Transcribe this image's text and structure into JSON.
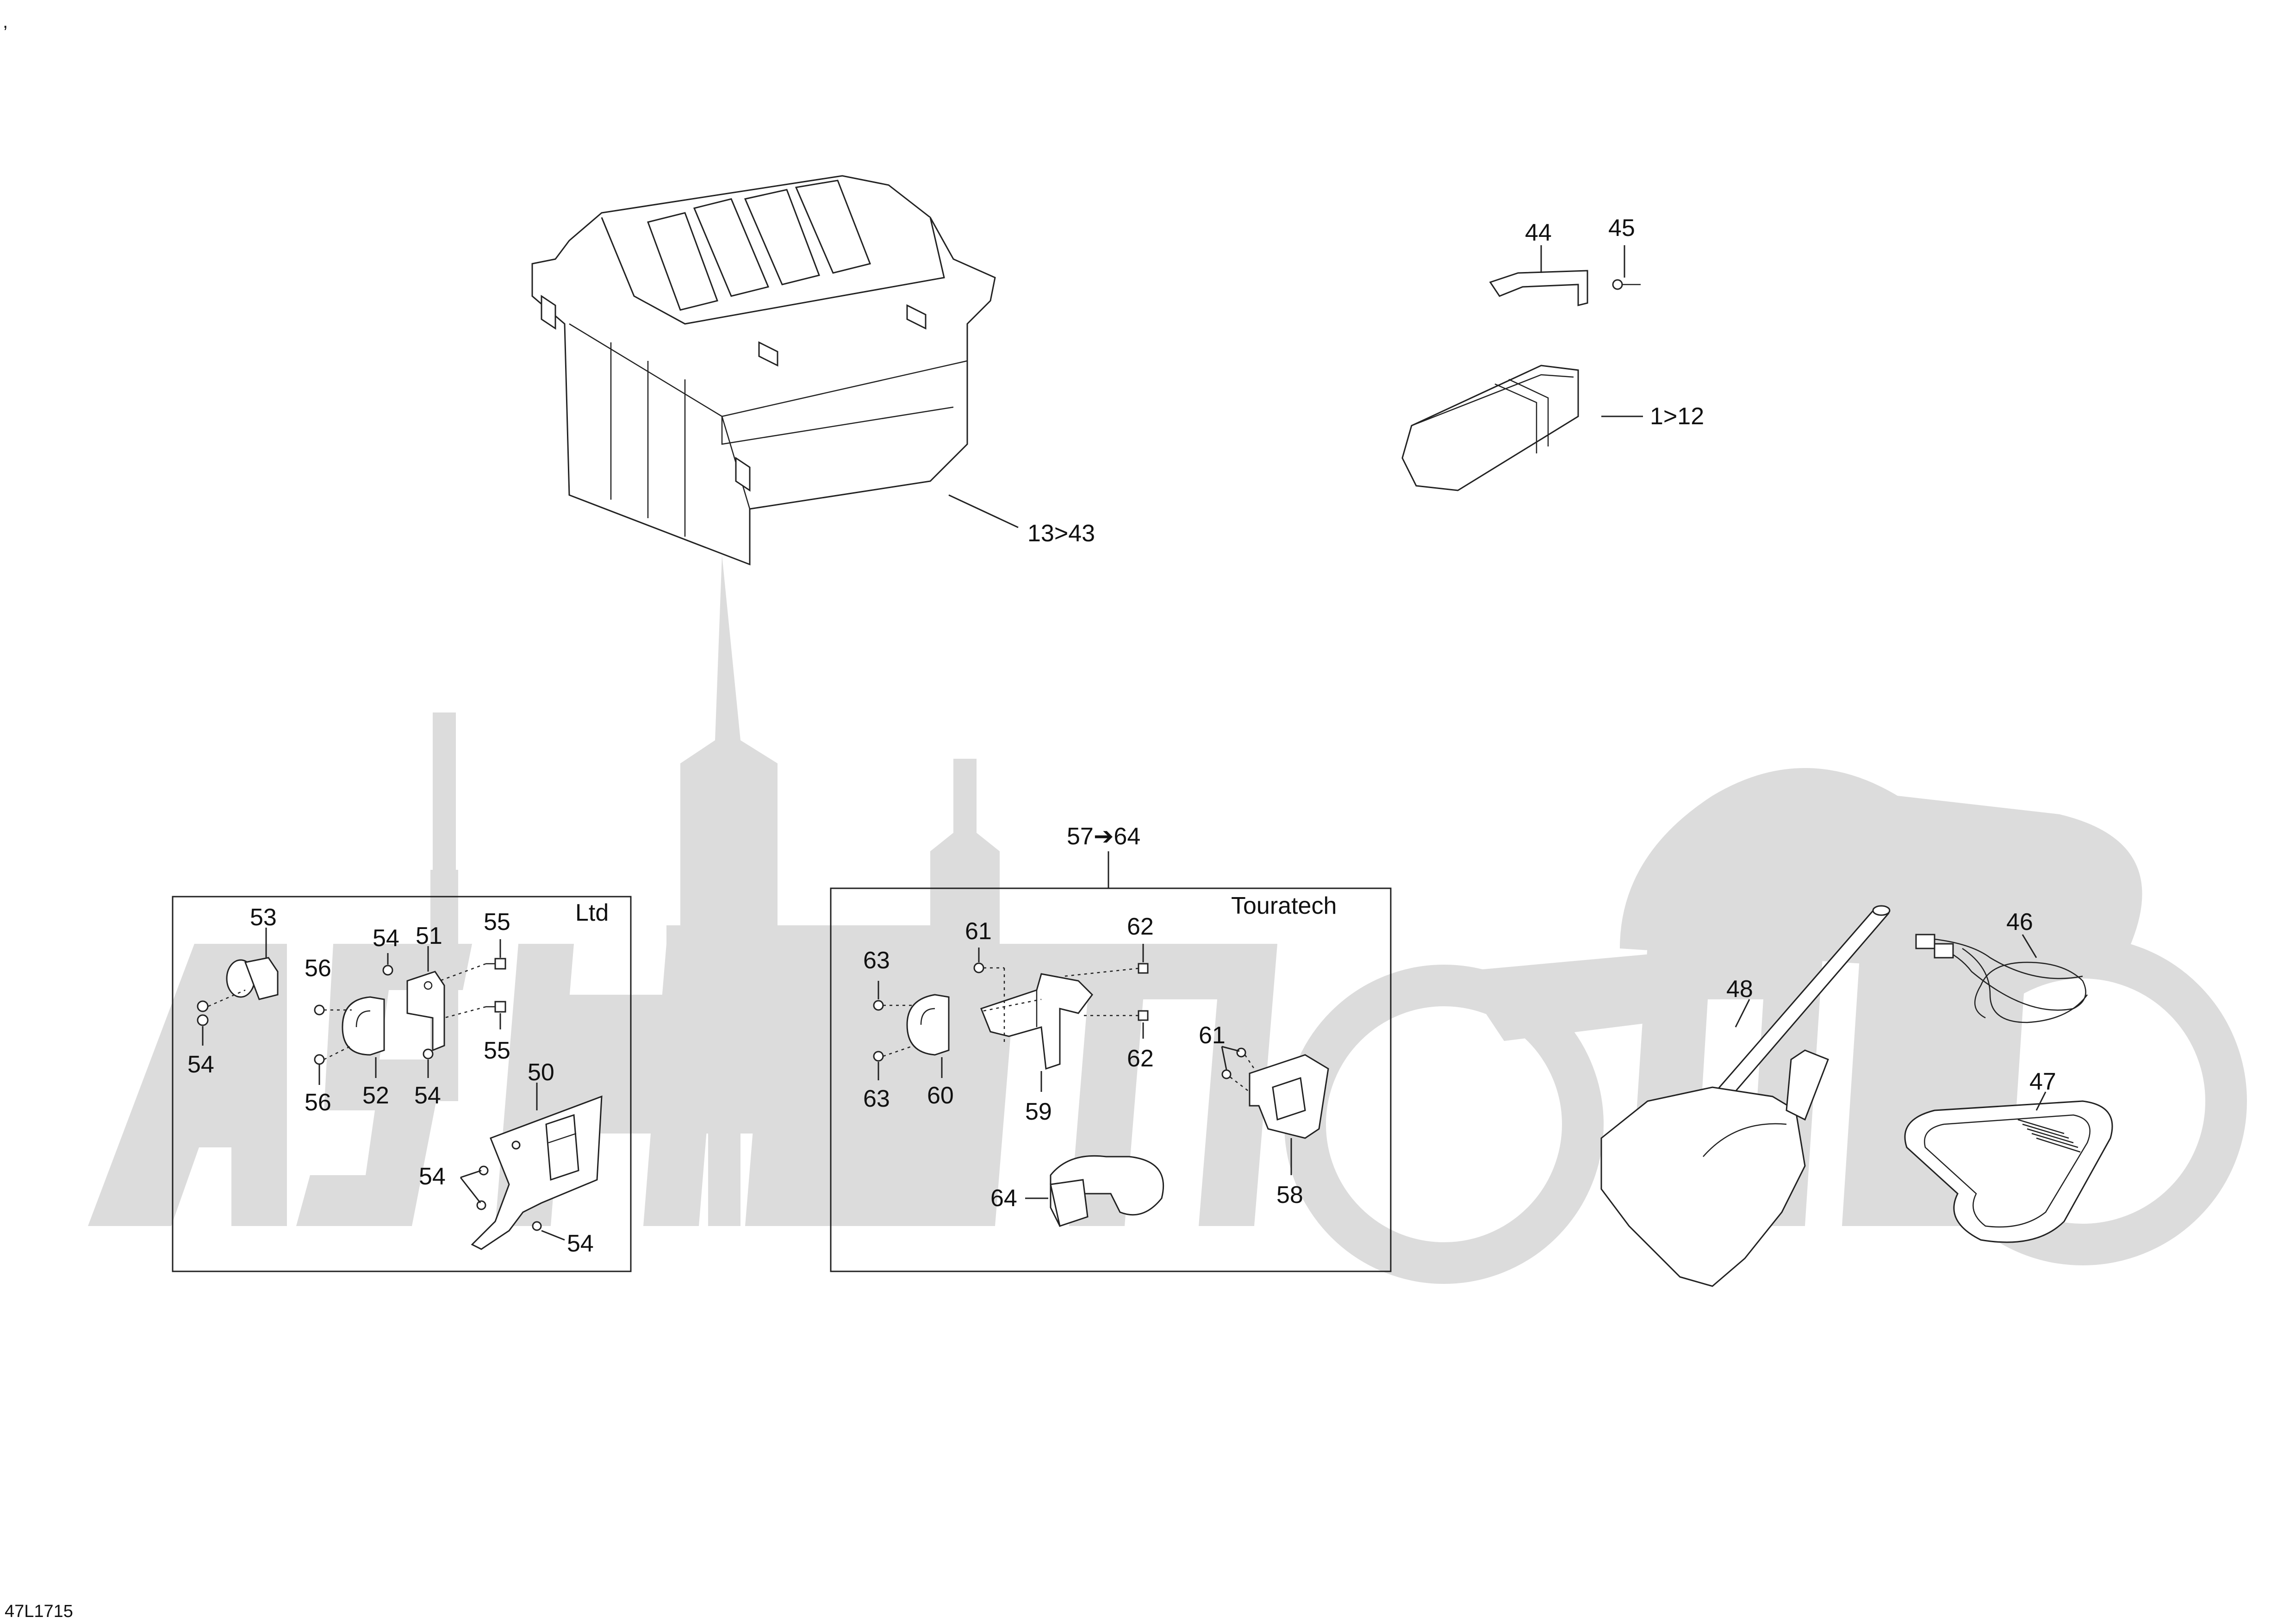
{
  "corner_mark": ",",
  "drawing_code": "47L1715",
  "box_titles": {
    "ltd": "Ltd",
    "touratech": "Touratech"
  },
  "callouts": {
    "c13_43": "13>43",
    "c44": "44",
    "c45": "45",
    "c1_12": "1>12",
    "c57_64": "57➔64",
    "c53": "53",
    "c54a": "54",
    "c51": "51",
    "c55a": "55",
    "c56a": "56",
    "c54b": "54",
    "c55b": "55",
    "c56b": "56",
    "c52": "52",
    "c54c": "54",
    "c50": "50",
    "c54d": "54",
    "c54e": "54",
    "c61a": "61",
    "c62a": "62",
    "c63a": "63",
    "c60": "60",
    "c62b": "62",
    "c63b": "63",
    "c59": "59",
    "c61b": "61",
    "c64": "64",
    "c58": "58",
    "c48": "48",
    "c46": "46",
    "c47": "47"
  },
  "colors": {
    "line": "#222222",
    "watermark": "#dcdcdc",
    "background": "#ffffff"
  }
}
